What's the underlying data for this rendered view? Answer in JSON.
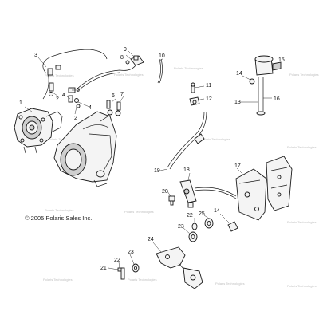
{
  "copyright": "© 2005 Polaris Sales Inc.",
  "watermark": "Polaris Technologies",
  "callouts": {
    "c1": "1",
    "c2a": "2",
    "c2b": "2",
    "c3": "3",
    "c4a": "4",
    "c4b": "4",
    "c5": "5",
    "c6": "6",
    "c7": "7",
    "c8": "8",
    "c9": "9",
    "c10": "10",
    "c11": "11",
    "c12": "12",
    "c13": "13",
    "c14a": "14",
    "c14b": "14",
    "c15": "15",
    "c16": "16",
    "c17": "17",
    "c18": "18",
    "c19": "19",
    "c20": "20",
    "c21": "21",
    "c22a": "22",
    "c22b": "22",
    "c23a": "23",
    "c23b": "23",
    "c24": "24",
    "c25": "25"
  }
}
